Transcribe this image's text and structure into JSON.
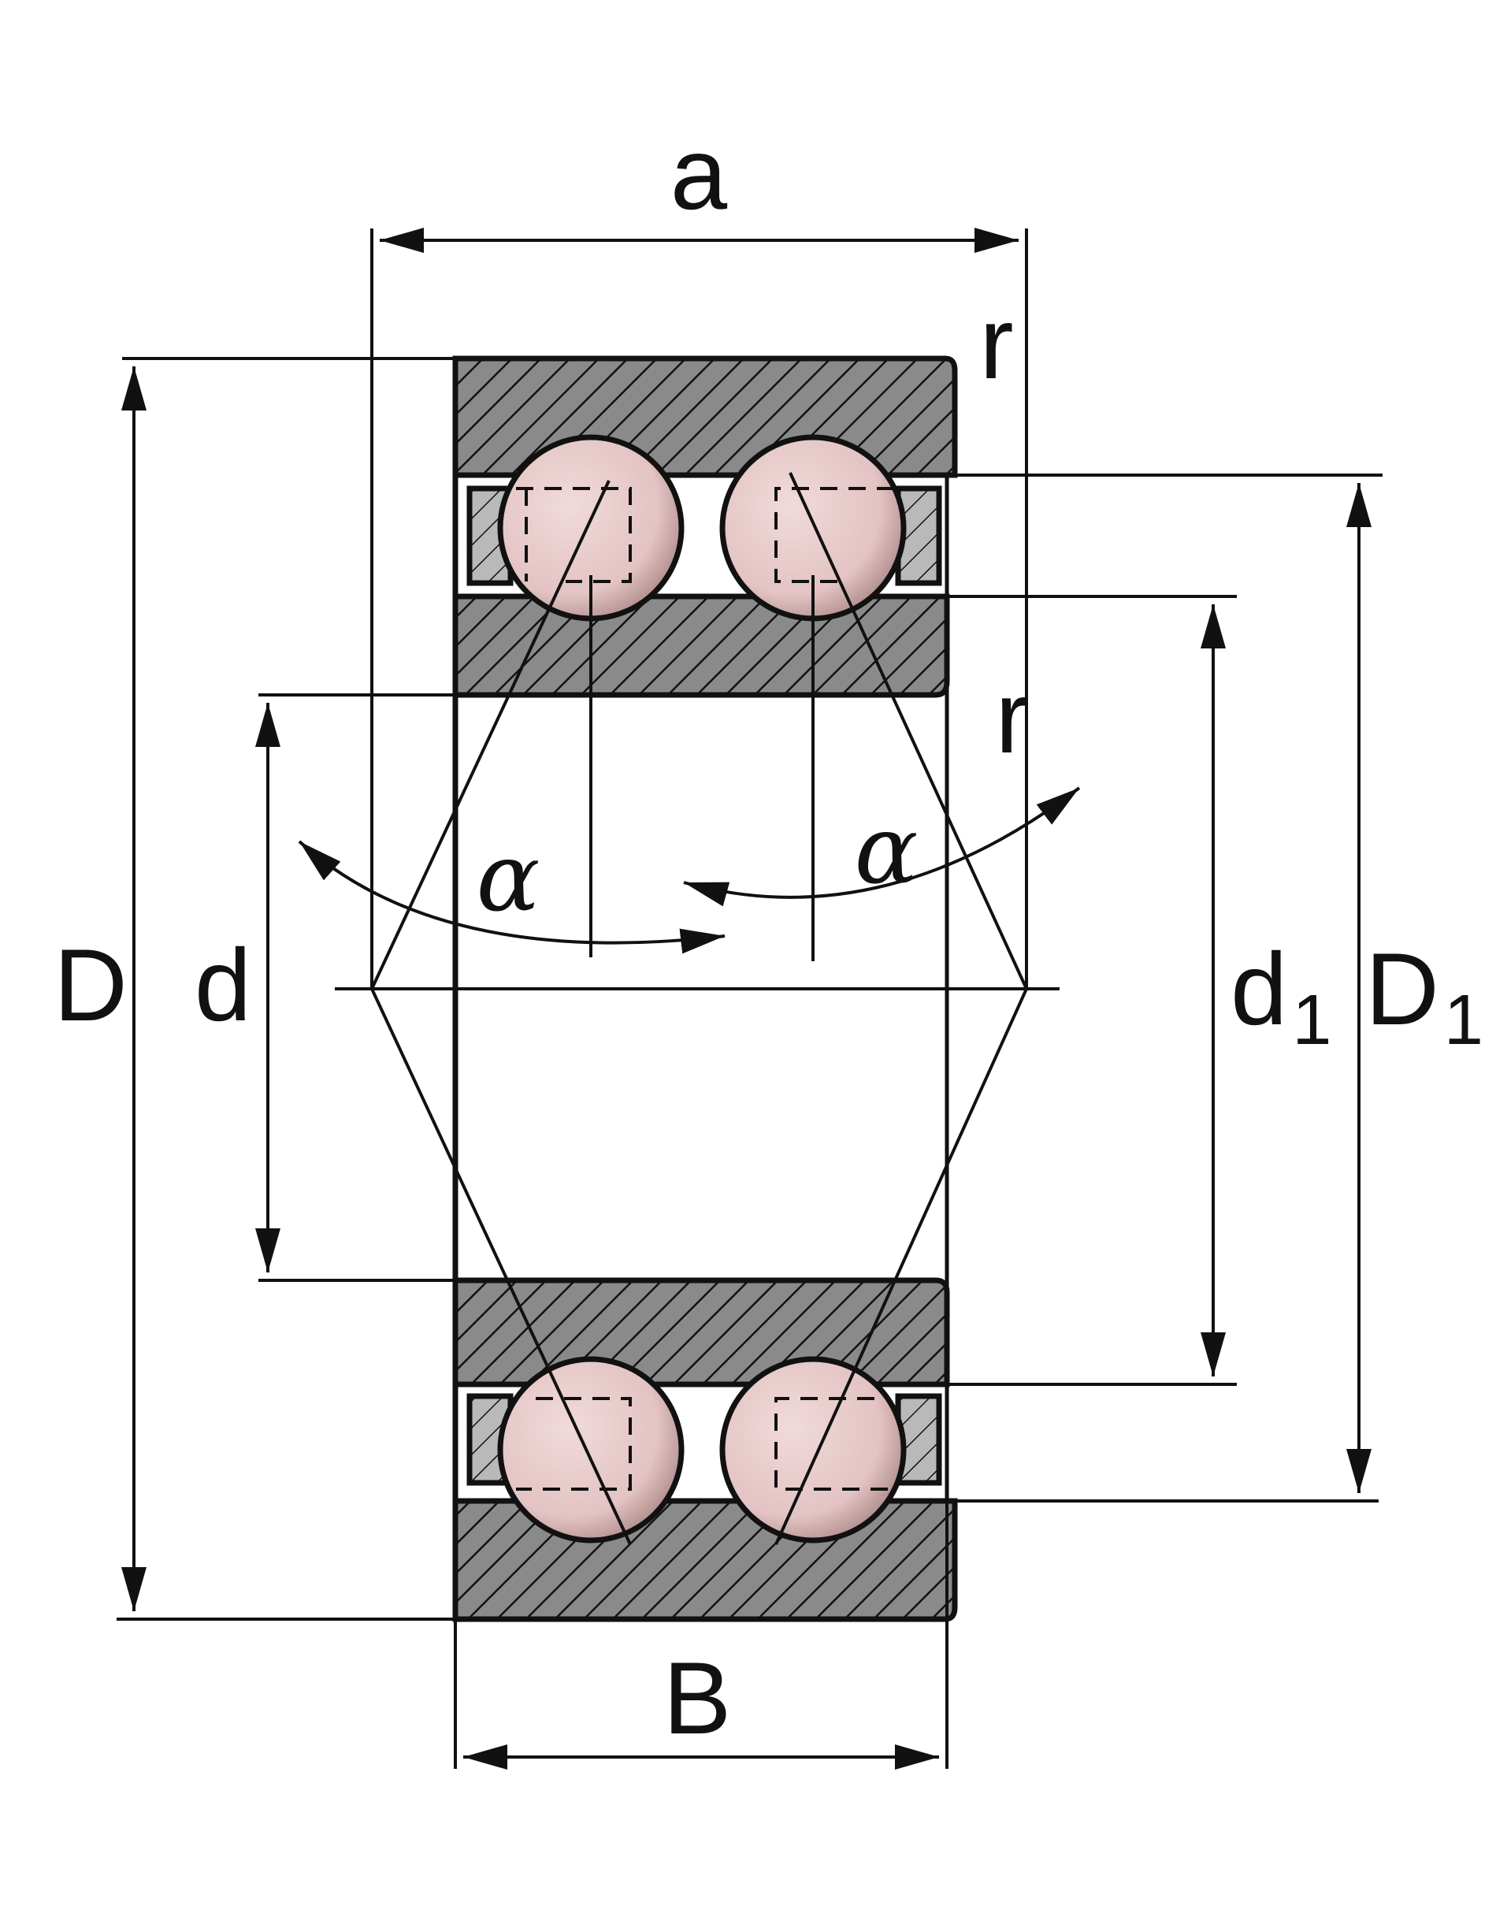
{
  "diagram": {
    "labels": {
      "a": "a",
      "r_top": "r",
      "r_mid": "r",
      "D": "D",
      "d": "d",
      "d1_main": "d",
      "d1_sub": "1",
      "D1_main": "D",
      "D1_sub": "1",
      "alpha_left": "α",
      "alpha_right": "α",
      "B": "B"
    },
    "colors": {
      "ring_fill": "#8a8a8a",
      "cage_fill": "#b9b9b9",
      "ball_fill": "#e6c8c8",
      "line": "#111111",
      "background": "#ffffff"
    }
  }
}
